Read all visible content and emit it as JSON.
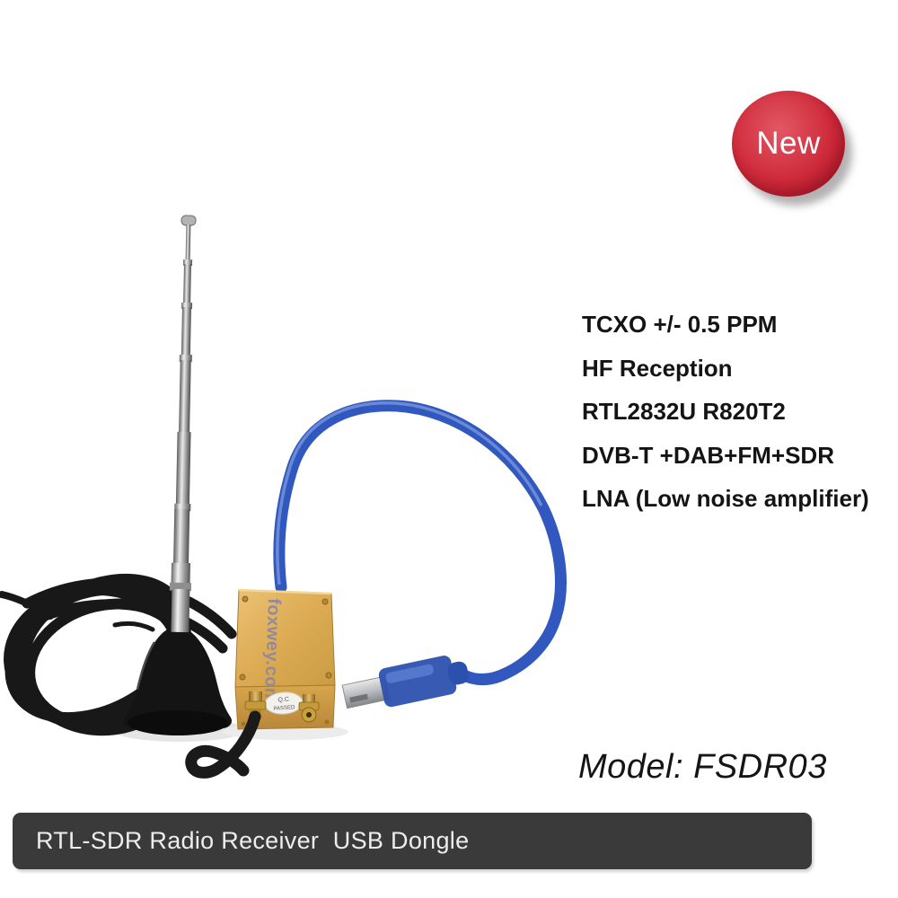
{
  "badge": {
    "label": "New",
    "color": "#ce2a3a"
  },
  "specs": {
    "items": [
      "TCXO +/- 0.5 PPM",
      "HF Reception",
      "RTL2832U R820T2",
      "DVB-T +DAB+FM+SDR",
      "LNA (Low noise amplifier)"
    ]
  },
  "model": {
    "label": "Model: FSDR03"
  },
  "banner": {
    "label": "RTL-SDR Radio Receiver  USB Dongle",
    "bg": "#3a3a3a",
    "text_color": "#ededed"
  },
  "device": {
    "brand": "foxwey.com",
    "qc_line1": "Q.C",
    "qc_line2": "PASSED",
    "body_gold": "#d9a84e",
    "cable_blue": "#3158be",
    "antenna_gray": "#9a9a9a",
    "coil_black": "#181818"
  }
}
